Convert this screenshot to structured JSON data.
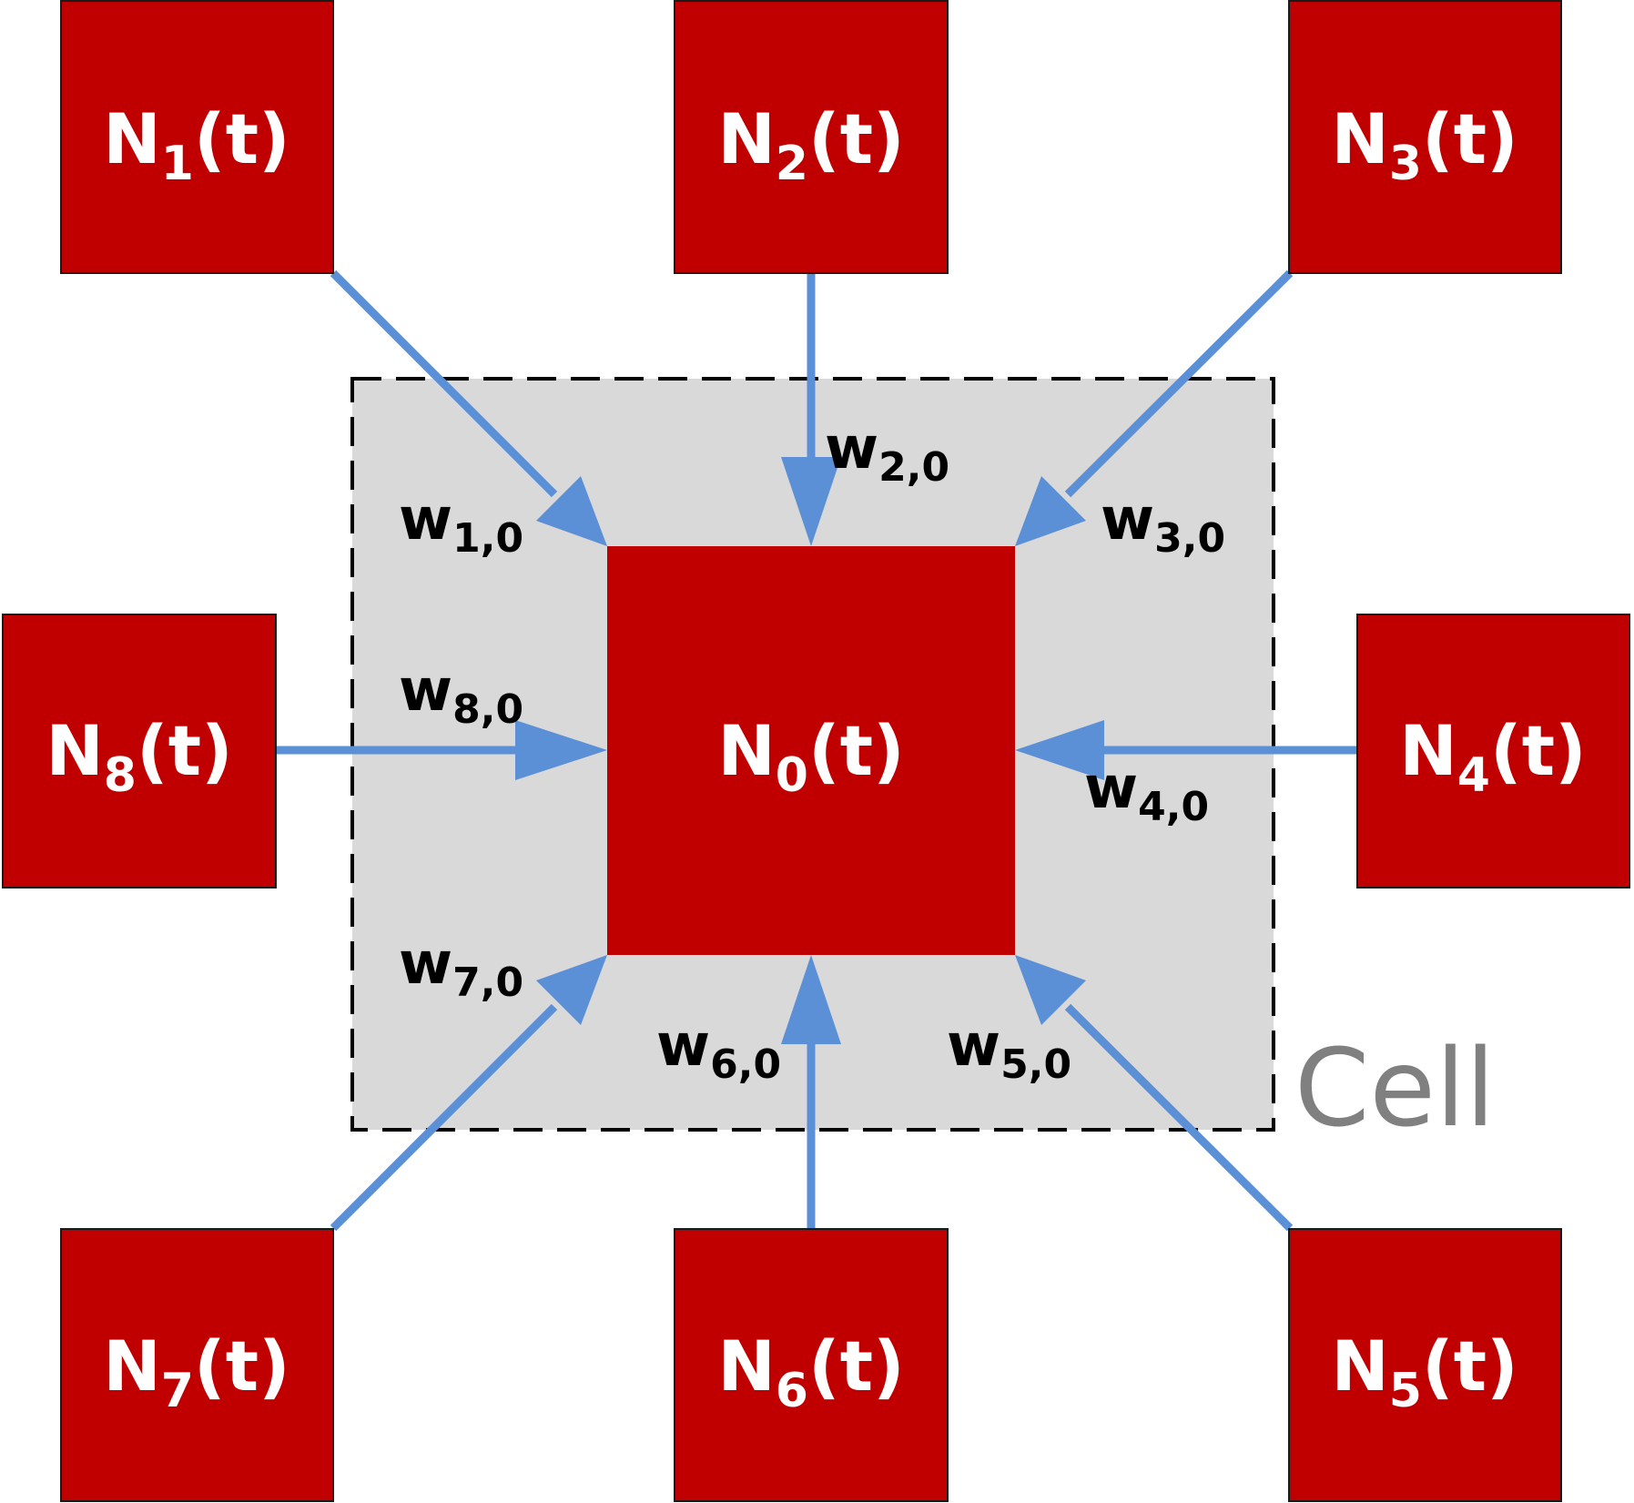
{
  "colors": {
    "node_fill": "#c00000",
    "node_stroke": "#1a1a1a",
    "arrow": "#5b8fd6",
    "cell_fill": "#d9d9d9",
    "cell_border": "#000000",
    "cell_label": "#808080",
    "node_text": "#ffffff",
    "weight_text": "#000000"
  },
  "cell": {
    "label": "Cell"
  },
  "center_node": {
    "main": "N",
    "sub": "0",
    "suffix": "(t)"
  },
  "neighbors": [
    {
      "id": "n1",
      "main": "N",
      "sub": "1",
      "suffix": "(t)",
      "weight": {
        "main": "w",
        "sub": "1,0"
      }
    },
    {
      "id": "n2",
      "main": "N",
      "sub": "2",
      "suffix": "(t)",
      "weight": {
        "main": "w",
        "sub": "2,0"
      }
    },
    {
      "id": "n3",
      "main": "N",
      "sub": "3",
      "suffix": "(t)",
      "weight": {
        "main": "w",
        "sub": "3,0"
      }
    },
    {
      "id": "n4",
      "main": "N",
      "sub": "4",
      "suffix": "(t)",
      "weight": {
        "main": "w",
        "sub": "4,0"
      }
    },
    {
      "id": "n5",
      "main": "N",
      "sub": "5",
      "suffix": "(t)",
      "weight": {
        "main": "w",
        "sub": "5,0"
      }
    },
    {
      "id": "n6",
      "main": "N",
      "sub": "6",
      "suffix": "(t)",
      "weight": {
        "main": "w",
        "sub": "6,0"
      }
    },
    {
      "id": "n7",
      "main": "N",
      "sub": "7",
      "suffix": "(t)",
      "weight": {
        "main": "w",
        "sub": "7,0"
      }
    },
    {
      "id": "n8",
      "main": "N",
      "sub": "8",
      "suffix": "(t)",
      "weight": {
        "main": "w",
        "sub": "8,0"
      }
    }
  ]
}
